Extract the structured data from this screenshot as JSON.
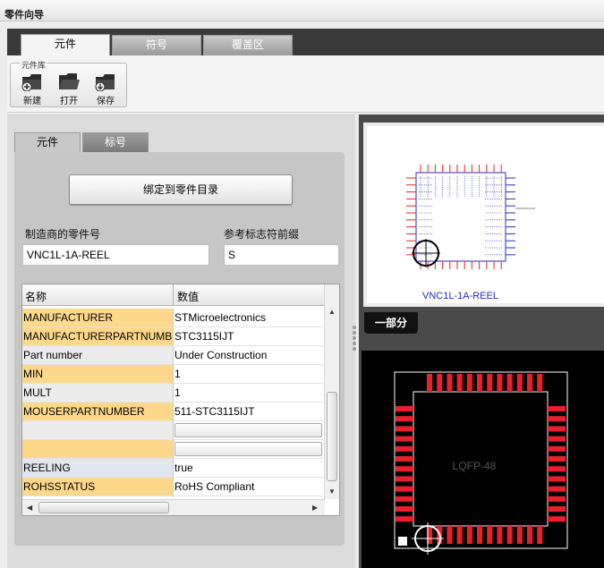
{
  "window": {
    "title": "零件向导"
  },
  "main_tabs": [
    {
      "label": "元件",
      "active": true
    },
    {
      "label": "符号",
      "active": false
    },
    {
      "label": "覆盖区",
      "active": false
    }
  ],
  "library": {
    "caption": "元件库",
    "buttons": [
      {
        "label": "新建",
        "icon": "new-folder-icon"
      },
      {
        "label": "打开",
        "icon": "open-folder-icon"
      },
      {
        "label": "保存",
        "icon": "save-folder-icon"
      }
    ]
  },
  "sub_tabs": [
    {
      "label": "元件",
      "active": true
    },
    {
      "label": "标号",
      "active": false
    }
  ],
  "form": {
    "bind_button": "绑定到零件目录",
    "mpn_label": "制造商的零件号",
    "mpn_value": "VNC1L-1A-REEL",
    "prefix_label": "参考标志符前缀",
    "prefix_value": "S"
  },
  "grid": {
    "headers": [
      "名称",
      "数值"
    ],
    "rows": [
      {
        "name": "MANUFACTURER",
        "value": "STMicroelectronics",
        "style": "hl"
      },
      {
        "name": "MANUFACTURERPARTNUMBER",
        "value": "STC3115IJT",
        "style": "hl"
      },
      {
        "name": "Part number",
        "value": "Under Construction",
        "style": "gy"
      },
      {
        "name": "MIN",
        "value": "1",
        "style": "hl"
      },
      {
        "name": "MULT",
        "value": "1",
        "style": "gy"
      },
      {
        "name": "MOUSERPARTNUMBER",
        "value": "511-STC3115IJT",
        "style": "hl"
      },
      {
        "name": "",
        "value": "",
        "style": "gy-edit"
      },
      {
        "name": "",
        "value": "",
        "style": "hl-edit"
      },
      {
        "name": "REELING",
        "value": "true",
        "style": "bl"
      },
      {
        "name": "ROHSSTATUS",
        "value": "RoHS Compliant",
        "style": "hl"
      }
    ]
  },
  "preview": {
    "symbol_name": "VNC1L-1A-REEL",
    "part_badge": "一部分",
    "footprint_label": "LQFP-48"
  },
  "colors": {
    "highlight_row": "#fed88a",
    "symbol_blue": "#2b2bb5",
    "pad_red": "#e8202a"
  }
}
